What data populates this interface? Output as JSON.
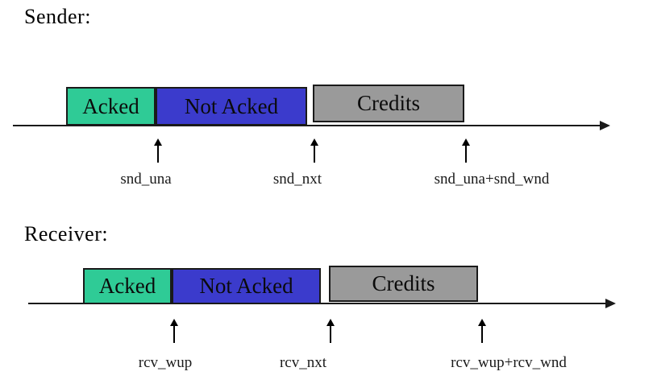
{
  "colors": {
    "acked": "#2FCB96",
    "not_acked": "#3B3BCC",
    "credits": "#9A9A9A",
    "axis": "#000000"
  },
  "sender": {
    "title": "Sender:",
    "segments": [
      {
        "label": "Acked"
      },
      {
        "label": "Not Acked"
      },
      {
        "label": "Credits"
      }
    ],
    "markers": [
      {
        "label": "snd_una"
      },
      {
        "label": "snd_nxt"
      },
      {
        "label": "snd_una+snd_wnd"
      }
    ]
  },
  "receiver": {
    "title": "Receiver:",
    "segments": [
      {
        "label": "Acked"
      },
      {
        "label": "Not Acked"
      },
      {
        "label": "Credits"
      }
    ],
    "markers": [
      {
        "label": "rcv_wup"
      },
      {
        "label": "rcv_nxt"
      },
      {
        "label": "rcv_wup+rcv_wnd"
      }
    ]
  }
}
